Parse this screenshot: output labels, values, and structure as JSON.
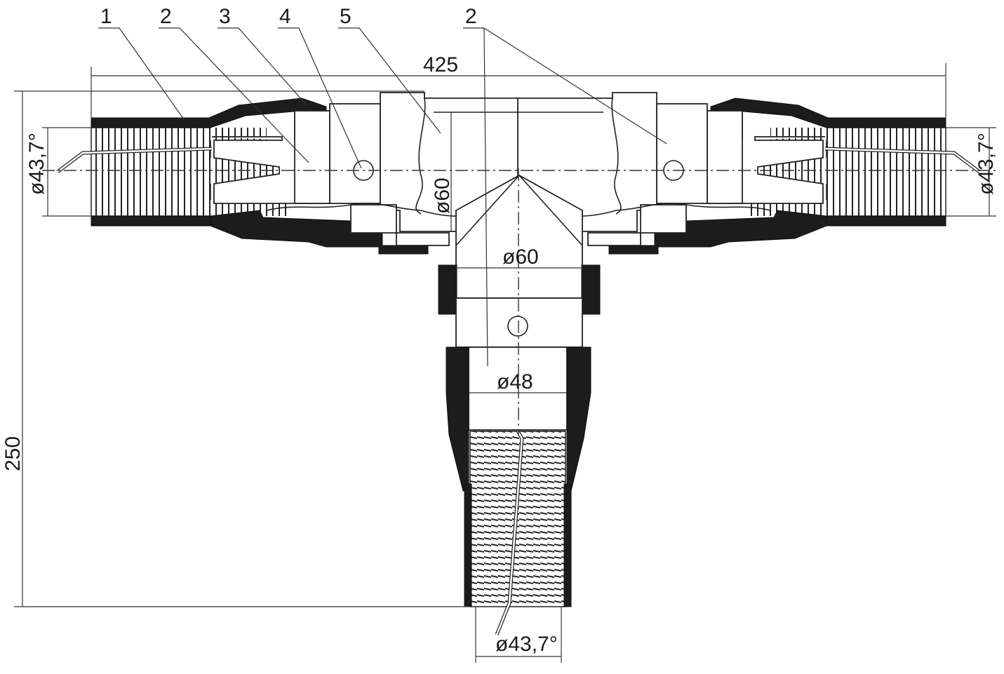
{
  "title": "T-branch joint drawing",
  "callouts": [
    "1",
    "2",
    "3",
    "4",
    "5",
    "2"
  ],
  "dimensions": {
    "overall_length": "425",
    "height": "250",
    "left_diameter": "ø43,7°",
    "right_diameter": "ø43,7°",
    "bottom_diameter": "ø43,7°",
    "main_bore": "ø60",
    "branch_bore": "ø60",
    "branch_tube": "ø48"
  }
}
